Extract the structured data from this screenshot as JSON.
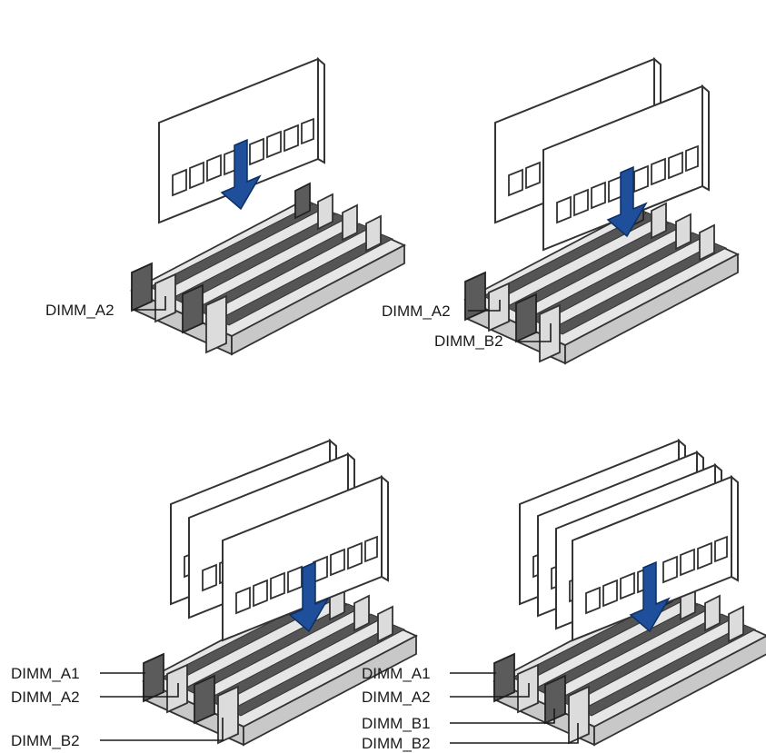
{
  "panels": [
    {
      "id": "one-module",
      "labels": [
        "DIMM_A2"
      ]
    },
    {
      "id": "two-modules",
      "labels": [
        "DIMM_A2",
        "DIMM_B2"
      ]
    },
    {
      "id": "three-modules",
      "labels": [
        "DIMM_A1",
        "DIMM_A2",
        "DIMM_B2"
      ]
    },
    {
      "id": "four-modules",
      "labels": [
        "DIMM_A1",
        "DIMM_A2",
        "DIMM_B1",
        "DIMM_B2"
      ]
    }
  ],
  "colors": {
    "arrow": "#1f4f9a",
    "latch_dark": "#5b5b5b",
    "latch_light": "#dcdcdc",
    "slot_groove": "#555555"
  }
}
